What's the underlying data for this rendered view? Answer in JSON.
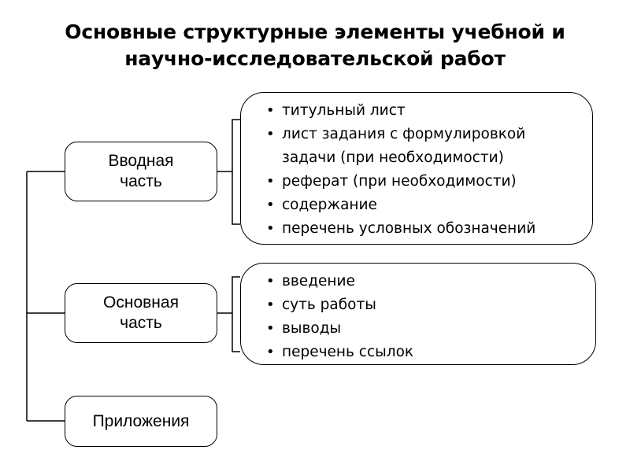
{
  "slide": {
    "title": "Основные структурные элементы учебной и\nнаучно-исследовательской работ",
    "background_color": "#ffffff",
    "line_color": "#000000",
    "text_color": "#000000"
  },
  "nodes": [
    {
      "id": "intro",
      "label": "Вводная\nчасть"
    },
    {
      "id": "main",
      "label": "Основная\nчасть"
    },
    {
      "id": "append",
      "label": "Приложения"
    }
  ],
  "lists": {
    "intro": {
      "items": [
        "титульный лист",
        "лист задания с формулировкой\nзадачи (при необходимости)",
        "реферат (при необходимости)",
        "содержание",
        "перечень условных обозначений"
      ]
    },
    "main": {
      "items": [
        "введение",
        "суть работы",
        "выводы",
        "перечень ссылок"
      ]
    }
  }
}
